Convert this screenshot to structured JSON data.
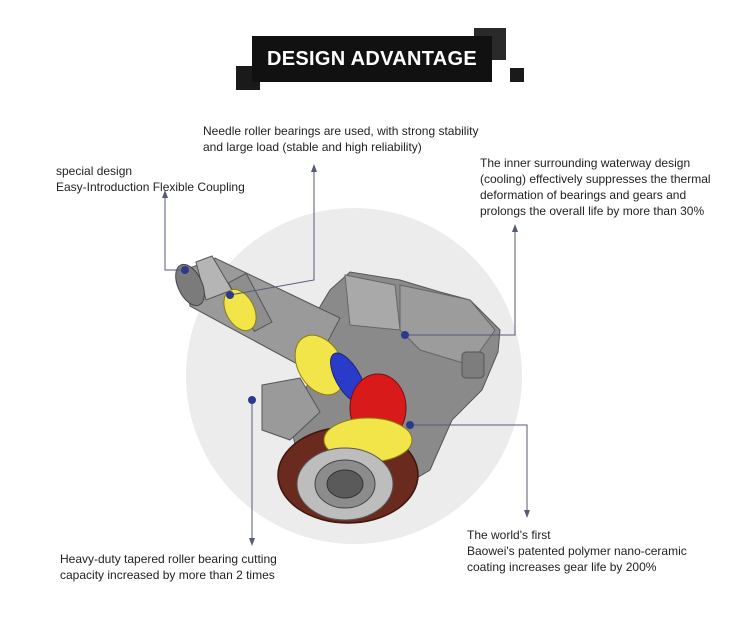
{
  "title": "DESIGN ADVANTAGE",
  "callouts": {
    "coupling": [
      "special design",
      "Easy-Introduction Flexible Coupling"
    ],
    "needle": [
      "Needle roller bearings are used, with strong stability",
      "and large load (stable and high reliability)"
    ],
    "waterway": [
      "The inner surrounding waterway design",
      "(cooling) effectively suppresses the thermal",
      "deformation of bearings and gears and",
      "prolongs the overall life by more than 30%"
    ],
    "tapered": [
      "Heavy-duty tapered roller bearing cutting",
      "capacity increased by more than 2 times"
    ],
    "coating": [
      "The world's first",
      "Baowei's patented polymer nano-ceramic",
      "coating increases gear life by 200%"
    ]
  },
  "colors": {
    "accent_dot": "#2b3a8c",
    "leader_line": "#555a7a",
    "backdrop": "#ececec",
    "body_gray": "#8f8f8f",
    "yellow_part": "#f2e54a",
    "red_gear": "#d81a1a",
    "blue_ring": "#2a3bc9",
    "brown_flange": "#6b2a1e"
  }
}
